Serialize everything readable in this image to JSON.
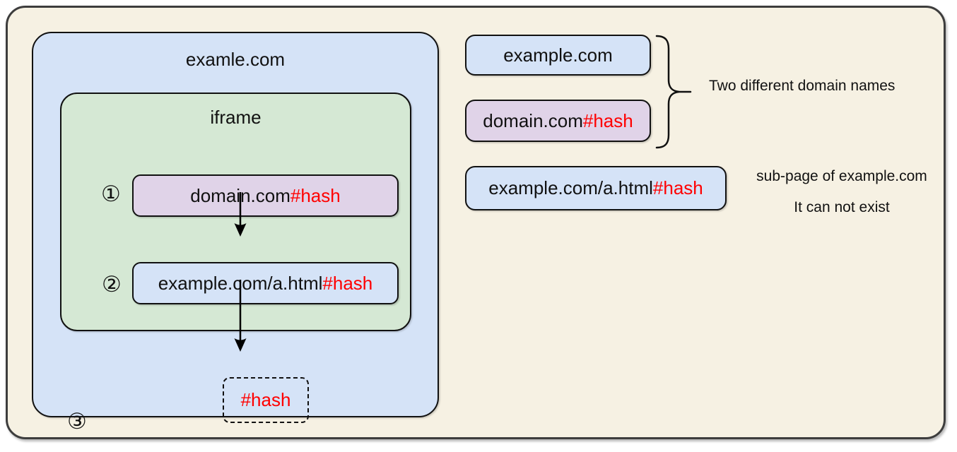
{
  "colors": {
    "page_bg": "#ffffff",
    "canvas_bg": "#f6f1e3",
    "blue_fill": "#d5e3f7",
    "green_fill": "#d5e8d4",
    "purple_fill": "#e0d3e8",
    "hash_red": "#ff0000",
    "stroke": "#111111",
    "outer_stroke": "#3d3d3d"
  },
  "left_diagram": {
    "outer_box_label": "examle.com",
    "iframe_box_label": "iframe",
    "marker_1": "①",
    "marker_2": "②",
    "marker_3": "③",
    "node_domain": {
      "text": "domain.com",
      "hash": "#hash"
    },
    "node_subpage": {
      "text": "example.com/a.html",
      "hash": "#hash"
    },
    "node_hash": {
      "hash": "#hash"
    }
  },
  "right_legend": {
    "box_example": {
      "text": "example.com"
    },
    "box_domain": {
      "text": "domain.com",
      "hash": "#hash"
    },
    "brace_note": "Two different domain names",
    "box_subpage": {
      "text": "example.com/a.html",
      "hash": "#hash"
    },
    "note_line1": "sub-page of example.com",
    "note_line2": "It can not exist"
  }
}
